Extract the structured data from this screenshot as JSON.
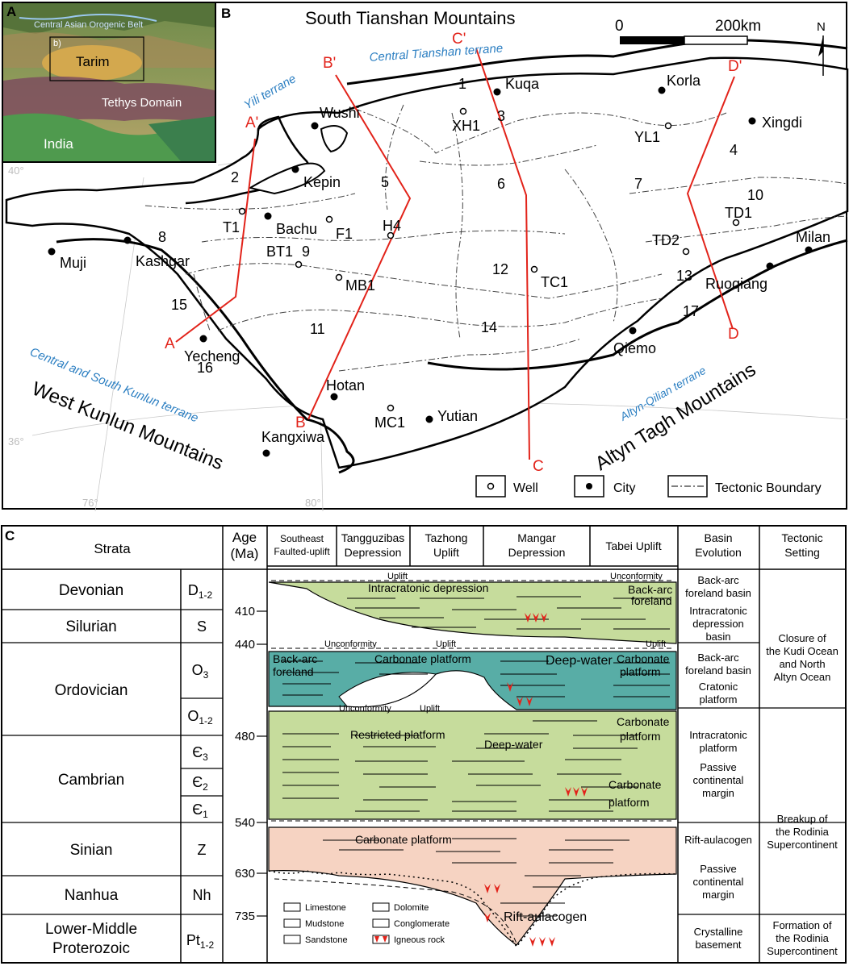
{
  "panel_labels": {
    "a": "A",
    "b": "B",
    "c": "C"
  },
  "inset_map": {
    "belt_label": "Central Asian Orogenic Belt",
    "box_label": "b)",
    "tarim": "Tarim",
    "tethys": "Tethys Domain",
    "india": "India"
  },
  "map": {
    "title": "South Tianshan Mountains",
    "scale_start": "0",
    "scale_end": "200km",
    "north": "N",
    "graticule": {
      "lat40": "40°",
      "lat36": "36°",
      "lon76": "76°",
      "lon80": "80°"
    },
    "terranes": {
      "central_tianshan": "Central Tianshan terrane",
      "yili": "Yili terrane",
      "central_south_kunlun": "Central and South Kunlun terrane",
      "altyn_qilian": "Altyn-Qilian terrane"
    },
    "mountains": {
      "west_kunlun": "West Kunlun Mountains",
      "altyn_tagh": "Altyn Tagh Mountains"
    },
    "cities": [
      "Kuqa",
      "Korla",
      "Xingdi",
      "Wushi",
      "Kepin",
      "Bachu",
      "Kashgar",
      "Muji",
      "Yecheng",
      "Hotan",
      "Yutian",
      "Kangxiwa",
      "Qiemo",
      "Ruoqiang",
      "Milan"
    ],
    "wells": [
      "XH1",
      "YL1",
      "T1",
      "F1",
      "H4",
      "BT1",
      "MB1",
      "TC1",
      "TD2",
      "TD1",
      "MC1"
    ],
    "zones": [
      "1",
      "2",
      "3",
      "4",
      "5",
      "6",
      "7",
      "8",
      "9",
      "10",
      "11",
      "12",
      "13",
      "14",
      "15",
      "16",
      "17"
    ],
    "sections": {
      "a": "A",
      "a_prime": "A'",
      "b": "B",
      "b_prime": "B'",
      "c": "C",
      "c_prime": "C'",
      "d": "D",
      "d_prime": "D'"
    },
    "legend": {
      "well": "Well",
      "city": "City",
      "boundary": "Tectonic Boundary"
    }
  },
  "strat": {
    "headers": {
      "strata": "Strata",
      "age_1": "Age",
      "age_2": "(Ma)",
      "southeast_1": "Southeast",
      "southeast_2": "Faulted-uplift",
      "tangguzibas_1": "Tangguzibas",
      "tangguzibas_2": "Depression",
      "tazhong_1": "Tazhong",
      "tazhong_2": "Uplift",
      "mangar_1": "Mangar",
      "mangar_2": "Depression",
      "tabei": "Tabei Uplift",
      "basin_1": "Basin",
      "basin_2": "Evolution",
      "tectonic_1": "Tectonic",
      "tectonic_2": "Setting"
    },
    "periods": [
      "Devonian",
      "Silurian",
      "Ordovician",
      "Cambrian",
      "Sinian",
      "Nanhua",
      "Lower-Middle"
    ],
    "period_extra": "Proterozoic",
    "codes": {
      "d": "D",
      "d_sub": "1-2",
      "s": "S",
      "o3": "O",
      "o3_sub": "3",
      "o12": "O",
      "o12_sub": "1-2",
      "e3": "Є",
      "e3_sub": "3",
      "e2": "Є",
      "e2_sub": "2",
      "e1": "Є",
      "e1_sub": "1",
      "z": "Z",
      "nh": "Nh",
      "pt": "Pt",
      "pt_sub": "1-2"
    },
    "ages": [
      "410",
      "440",
      "480",
      "540",
      "630",
      "735"
    ],
    "section_labels": {
      "uplift": "Uplift",
      "unconformity": "Unconformity",
      "intracratonic_depression": "Intracratonic depression",
      "back_arc_foreland_1": "Back-arc",
      "back_arc_foreland_2": "foreland",
      "carbonate_platform": "Carbonate platform",
      "carbonate_1": "Carbonate",
      "carbonate_2": "platform",
      "deep_water": "Deep-water",
      "restricted_platform": "Restricted platform",
      "rift_aulacogen": "Rift-aulacogen"
    },
    "legend": {
      "limestone": "Limestone",
      "dolomite": "Dolomite",
      "mudstone": "Mudstone",
      "conglomerate": "Conglomerate",
      "sandstone": "Sandstone",
      "igneous": "Igneous rock"
    },
    "basin_evolution": {
      "b1": "Back-arc",
      "b2": "foreland basin",
      "b3": "Intracratonic",
      "b4": "depression",
      "b5": "basin",
      "b6": "Back-arc",
      "b7": "foreland basin",
      "b8": "Cratonic",
      "b9": "platform",
      "b10": "Intracratonic",
      "b11": "platform",
      "b12": "Passive",
      "b13": "continental",
      "b14": "margin",
      "b15": "Rift-aulacogen",
      "b16": "Passive",
      "b17": "continental",
      "b18": "margin",
      "b19": "Crystalline",
      "b20": "basement"
    },
    "tectonic_setting": {
      "t1": "Closure of",
      "t2": "the Kudi Ocean",
      "t3": "and North",
      "t4": "Altyn Ocean",
      "t5": "Breakup of",
      "t6": "the Rodinia",
      "t7": "Supercontinent",
      "t8": "Formation of",
      "t9": "the Rodinia",
      "t10": "Supercontinent"
    }
  },
  "colors": {
    "green": "#c6dc9c",
    "teal": "#58ada6",
    "pink": "#f6d3c2",
    "section_line": "#e2231a",
    "terrane_text": "#2c7fc2",
    "igneous": "#e2231a"
  }
}
